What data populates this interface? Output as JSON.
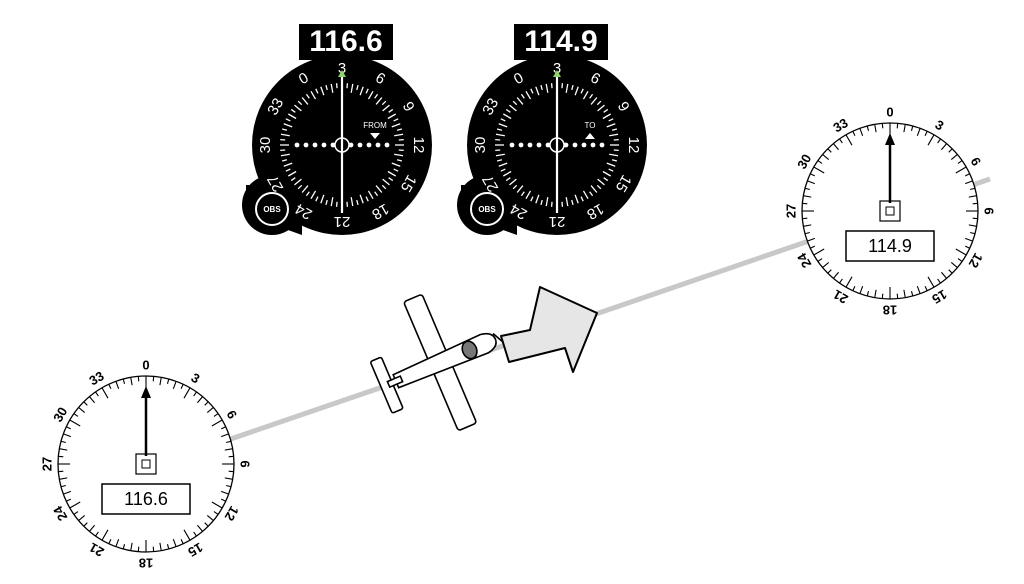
{
  "instruments": [
    {
      "frequency": "116.6",
      "flag": "FROM",
      "obs_label": "OBS",
      "dial_labels": [
        "0",
        "3",
        "6",
        "9",
        "12",
        "15",
        "18",
        "21",
        "24",
        "27",
        "30",
        "33"
      ]
    },
    {
      "frequency": "114.9",
      "flag": "TO",
      "obs_label": "OBS",
      "dial_labels": [
        "0",
        "3",
        "6",
        "9",
        "12",
        "15",
        "18",
        "21",
        "24",
        "27",
        "30",
        "33"
      ]
    }
  ],
  "stations": [
    {
      "frequency": "116.6",
      "compass_labels": [
        "0",
        "3",
        "6",
        "6",
        "12",
        "15",
        "18",
        "21",
        "24",
        "27",
        "30",
        "33"
      ]
    },
    {
      "frequency": "114.9",
      "compass_labels": [
        "0",
        "3",
        "6",
        "6",
        "12",
        "15",
        "18",
        "21",
        "24",
        "27",
        "30",
        "33"
      ]
    }
  ],
  "colors": {
    "instrument_face": "#000000",
    "marker": "#8fd46a",
    "course_line": "#c8c8c8",
    "arrow_fill": "#e6e6e6"
  },
  "icons": {
    "aircraft": "airplane-icon",
    "direction": "direction-arrow-icon"
  }
}
